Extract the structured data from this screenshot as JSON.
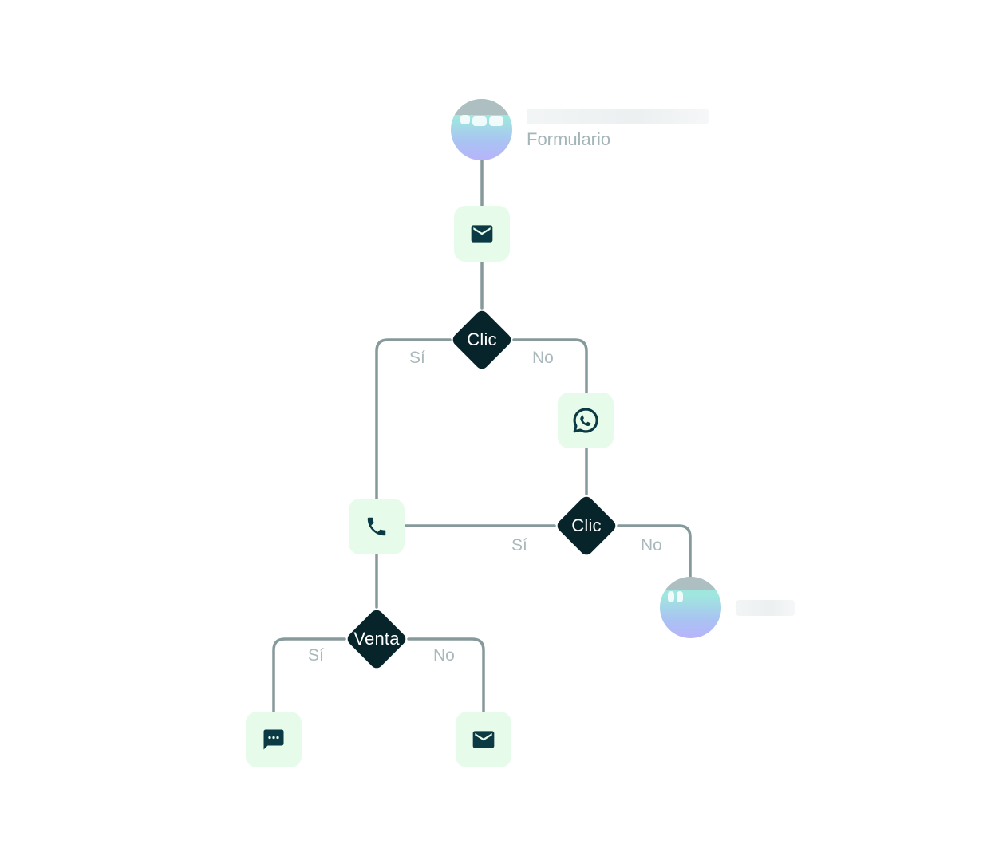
{
  "diagram": {
    "source": {
      "subtitle": "Formulario",
      "avatar_colors": [
        "#a6dfe0",
        "#b8b3fb"
      ]
    },
    "steps": {
      "email_1": {
        "icon": "mail-icon"
      },
      "whatsapp": {
        "icon": "whatsapp-icon"
      },
      "phone": {
        "icon": "phone-icon"
      },
      "chat": {
        "icon": "chat-bubble-icon"
      },
      "email_2": {
        "icon": "mail-icon"
      }
    },
    "decisions": {
      "click_1": {
        "label": "Clic",
        "yes_label": "Sí",
        "no_label": "No"
      },
      "click_2": {
        "label": "Clic",
        "yes_label": "Sí",
        "no_label": "No"
      },
      "sale": {
        "label": "Venta",
        "yes_label": "Sí",
        "no_label": "No"
      }
    },
    "end": {
      "avatar_colors": [
        "#a6dfe0",
        "#b8b3fb"
      ]
    },
    "colors": {
      "connector": "#86999b",
      "step_background": "#e6fbea",
      "icon": "#0b3a44",
      "decision": "#07242a",
      "branch_label": "#a9b9bb"
    }
  }
}
